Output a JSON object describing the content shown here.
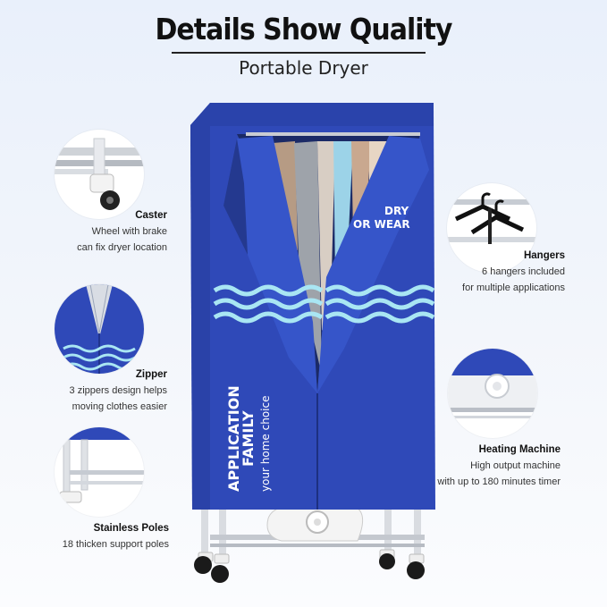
{
  "header": {
    "title": "Details Show Quality",
    "subtitle": "Portable Dryer"
  },
  "features": [
    {
      "name": "Caster",
      "lines": [
        "Wheel with brake",
        "can fix dryer location"
      ],
      "icon": "caster-wheel-icon"
    },
    {
      "name": "Hangers",
      "lines": [
        "6 hangers included",
        "for multiple applications"
      ],
      "icon": "hangers-icon"
    },
    {
      "name": "Zipper",
      "lines": [
        "3 zippers design helps",
        "moving clothes easier"
      ],
      "icon": "zipper-icon"
    },
    {
      "name": "Heating Machine",
      "lines": [
        "High output machine",
        "with up to 180 minutes timer"
      ],
      "icon": "heating-machine-icon"
    },
    {
      "name": "Stainless Poles",
      "lines": [
        "18 thicken support poles"
      ],
      "icon": "stainless-poles-icon"
    }
  ],
  "product": {
    "cover_text_a": "DRY",
    "cover_text_b": "OR WEAR",
    "side_line_1": "FAMILY",
    "side_line_2": "APPLICATION",
    "side_line_3": "your home choice"
  },
  "colors": {
    "cover_blue": "#2f49b8",
    "cover_dark": "#1f3590",
    "wave": "#a9e6f3"
  }
}
